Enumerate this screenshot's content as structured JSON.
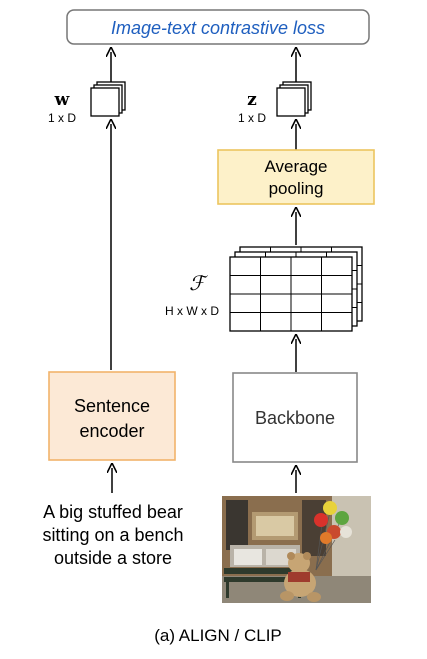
{
  "loss_label": "Image-text contrastive loss",
  "text_branch": {
    "output_symbol": "w",
    "output_dim": "1 x D",
    "encoder_label_line1": "Sentence",
    "encoder_label_line2": "encoder",
    "caption_lines": [
      "A big stuffed bear",
      "sitting on a bench",
      "outside a store"
    ]
  },
  "image_branch": {
    "output_symbol": "z",
    "output_dim": "1 x D",
    "pooling_label_line1": "Average",
    "pooling_label_line2": "pooling",
    "feature_symbol": "ℱ",
    "feature_dim": "H x W x D",
    "backbone_label": "Backbone"
  },
  "caption": "(a) ALIGN / CLIP",
  "colors": {
    "loss_text": "#1f5fbf",
    "loss_border": "#777777",
    "encoder_fill": "#fce9d6",
    "encoder_border": "#f2b36a",
    "pooling_fill": "#fdf1c9",
    "pooling_border": "#ecc55f",
    "backbone_border": "#888888",
    "arrow": "#000000"
  }
}
